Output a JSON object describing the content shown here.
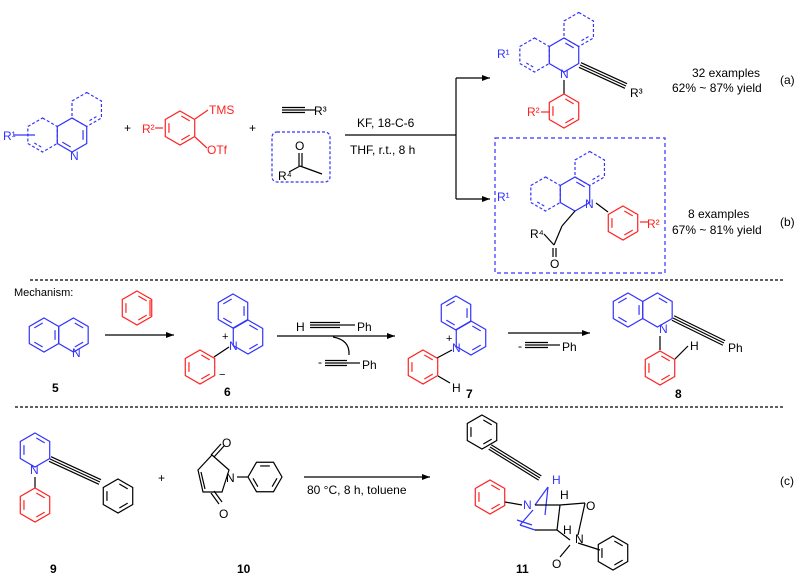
{
  "colors": {
    "quinoline": "#3333ff",
    "aryne": "#ff2222",
    "other": "#000000"
  },
  "top": {
    "r1": "R¹",
    "r2": "R²",
    "r3": "R³",
    "r4": "R⁴",
    "tms": "TMS",
    "otf": "OTf",
    "n": "N",
    "o": "O",
    "plus": "+",
    "conditions_top": "KF, 18-C-6",
    "conditions_bottom": "THF, r.t., 8 h",
    "product_a": {
      "examples": "32 examples",
      "yield": "62% ~ 87% yield",
      "tag": "(a)"
    },
    "product_b": {
      "examples": "8 examples",
      "yield": "67% ~ 81% yield",
      "tag": "(b)"
    }
  },
  "mechanism": {
    "title": "Mechanism:",
    "n_plus": "N",
    "plus_charge": "+",
    "minus": "−",
    "h": "H",
    "ph": "Ph",
    "reagent_h_alkyne": "H",
    "acetylide_minus": "-",
    "labels": [
      "5",
      "6",
      "7",
      "8"
    ]
  },
  "part_c": {
    "conditions": "80 °C, 8 h, toluene",
    "tag": "(c)",
    "labels": [
      "9",
      "10",
      "11"
    ],
    "plus": "+"
  }
}
